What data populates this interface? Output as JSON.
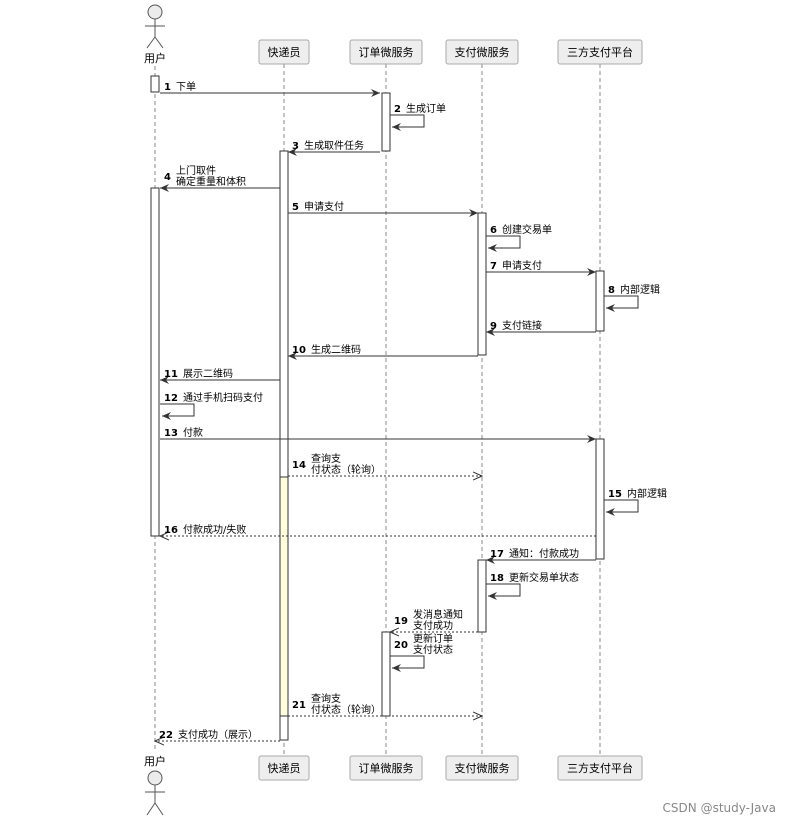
{
  "participants": [
    {
      "id": "user",
      "label": "用户",
      "kind": "actor"
    },
    {
      "id": "courier",
      "label": "快递员",
      "kind": "box"
    },
    {
      "id": "order",
      "label": "订单微服务",
      "kind": "box"
    },
    {
      "id": "pay",
      "label": "支付微服务",
      "kind": "box"
    },
    {
      "id": "third",
      "label": "三方支付平台",
      "kind": "box"
    }
  ],
  "messages": [
    {
      "n": "1",
      "from": "user",
      "to": "order",
      "lines": [
        "下单"
      ],
      "style": "solid"
    },
    {
      "n": "2",
      "from": "order",
      "to": "order",
      "lines": [
        "生成订单"
      ],
      "style": "solid"
    },
    {
      "n": "3",
      "from": "order",
      "to": "courier",
      "lines": [
        "生成取件任务"
      ],
      "style": "solid"
    },
    {
      "n": "4",
      "from": "courier",
      "to": "user",
      "lines": [
        "上门取件",
        "确定重量和体积"
      ],
      "style": "solid"
    },
    {
      "n": "5",
      "from": "courier",
      "to": "pay",
      "lines": [
        "申请支付"
      ],
      "style": "solid"
    },
    {
      "n": "6",
      "from": "pay",
      "to": "pay",
      "lines": [
        "创建交易单"
      ],
      "style": "solid"
    },
    {
      "n": "7",
      "from": "pay",
      "to": "third",
      "lines": [
        "申请支付"
      ],
      "style": "solid"
    },
    {
      "n": "8",
      "from": "third",
      "to": "third",
      "lines": [
        "内部逻辑"
      ],
      "style": "solid"
    },
    {
      "n": "9",
      "from": "third",
      "to": "pay",
      "lines": [
        "支付链接"
      ],
      "style": "solid"
    },
    {
      "n": "10",
      "from": "pay",
      "to": "courier",
      "lines": [
        "生成二维码"
      ],
      "style": "solid"
    },
    {
      "n": "11",
      "from": "courier",
      "to": "user",
      "lines": [
        "展示二维码"
      ],
      "style": "solid"
    },
    {
      "n": "12",
      "from": "user",
      "to": "user",
      "lines": [
        "通过手机扫码支付"
      ],
      "style": "solid"
    },
    {
      "n": "13",
      "from": "user",
      "to": "third",
      "lines": [
        "付款"
      ],
      "style": "solid"
    },
    {
      "n": "14",
      "from": "courier",
      "to": "pay",
      "lines": [
        "查询支",
        "付状态（轮询）"
      ],
      "style": "dotted"
    },
    {
      "n": "15",
      "from": "third",
      "to": "third",
      "lines": [
        "内部逻辑"
      ],
      "style": "solid"
    },
    {
      "n": "16",
      "from": "third",
      "to": "user",
      "lines": [
        "付款成功/失败"
      ],
      "style": "dotted"
    },
    {
      "n": "17",
      "from": "third",
      "to": "pay",
      "lines": [
        "通知：付款成功"
      ],
      "style": "solid"
    },
    {
      "n": "18",
      "from": "pay",
      "to": "pay",
      "lines": [
        "更新交易单状态"
      ],
      "style": "solid"
    },
    {
      "n": "19",
      "from": "pay",
      "to": "order",
      "lines": [
        "发消息通知",
        "支付成功"
      ],
      "style": "dotted"
    },
    {
      "n": "20",
      "from": "order",
      "to": "order",
      "lines": [
        "更新订单",
        "支付状态"
      ],
      "style": "solid"
    },
    {
      "n": "21",
      "from": "courier",
      "to": "pay",
      "lines": [
        "查询支",
        "付状态（轮询）"
      ],
      "style": "dotted"
    },
    {
      "n": "22",
      "from": "courier",
      "to": "user",
      "lines": [
        "支付成功（展示）"
      ],
      "style": "dotted"
    }
  ],
  "watermark": "CSDN @study-Java",
  "colors": {
    "box_fill": "#eeeeee",
    "box_stroke": "#aaaaaa",
    "line": "#333333",
    "lifeline": "#888888",
    "activation_fill": "#ffffff",
    "highlight_fill": "#ffffe0"
  }
}
